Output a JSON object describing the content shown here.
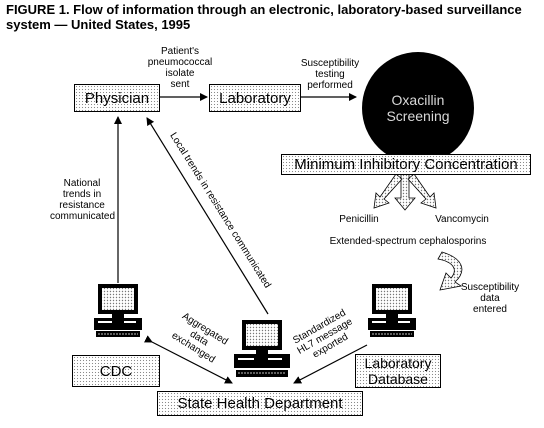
{
  "title": {
    "line1": "FIGURE 1. Flow of information through an electronic, laboratory-based surveillance",
    "line2": "system — United States, 1995"
  },
  "nodes": {
    "physician": "Physician",
    "laboratory": "Laboratory",
    "oxacillin_line1": "Oxacillin",
    "oxacillin_line2": "Screening",
    "mic": "Minimum Inhibitory Concentration",
    "cdc": "CDC",
    "lab_db_line1": "Laboratory",
    "lab_db_line2": "Database",
    "state": "State Health Department"
  },
  "labels": {
    "isolate_1": "Patient's",
    "isolate_2": "pneumococcal",
    "isolate_3": "isolate",
    "isolate_4": "sent",
    "susc_1": "Susceptibility",
    "susc_2": "testing",
    "susc_3": "performed",
    "national_1": "National",
    "national_2": "trends in",
    "national_3": "resistance",
    "national_4": "communicated",
    "local": "Local trends in resistance communicated",
    "penicillin": "Penicillin",
    "vancomycin": "Vancomycin",
    "extended": "Extended-spectrum cephalosporins",
    "entered_1": "Susceptibility",
    "entered_2": "data",
    "entered_3": "entered",
    "aggregated_1": "Aggregated",
    "aggregated_2": "data",
    "aggregated_3": "exchanged",
    "hl7_1": "Standardized",
    "hl7_2": "HL7 message",
    "hl7_3": "exported"
  },
  "icons": [
    "computer-icon-cdc",
    "computer-icon-state",
    "computer-icon-lab"
  ]
}
